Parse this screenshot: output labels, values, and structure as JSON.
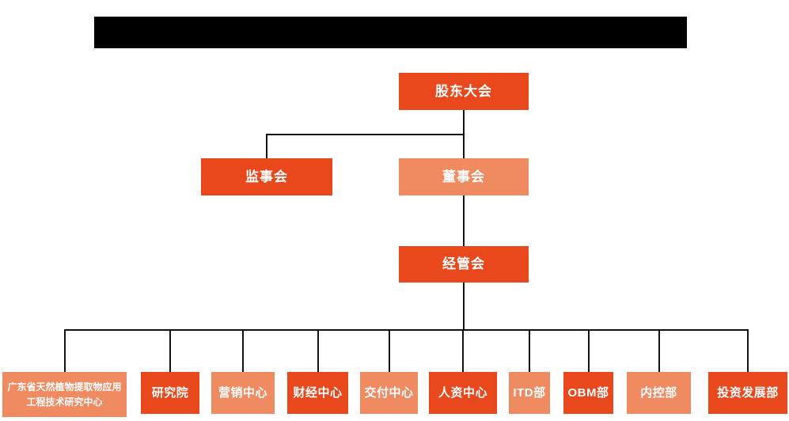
{
  "colors": {
    "primary_dark_orange": "#e8481c",
    "secondary_light_salmon": "#ef8a61",
    "connector_line": "#111111",
    "node_text": "#ffffff",
    "redaction_bar": "#000000",
    "background": "#ffffff"
  },
  "org_chart": {
    "nodes": {
      "shareholders": {
        "label": "股东大会",
        "tone": "dark"
      },
      "supervisory": {
        "label": "监事会",
        "tone": "dark"
      },
      "board": {
        "label": "董事会",
        "tone": "light"
      },
      "management": {
        "label": "经管会",
        "tone": "dark"
      }
    },
    "departments": [
      {
        "label": "广东省天然植物提取物应用工程技术研究中心",
        "tone": "light"
      },
      {
        "label": "研究院",
        "tone": "dark"
      },
      {
        "label": "营销中心",
        "tone": "light"
      },
      {
        "label": "财经中心",
        "tone": "dark"
      },
      {
        "label": "交付中心",
        "tone": "light"
      },
      {
        "label": "人资中心",
        "tone": "dark"
      },
      {
        "label": "ITD部",
        "tone": "light"
      },
      {
        "label": "OBM部",
        "tone": "dark"
      },
      {
        "label": "内控部",
        "tone": "light"
      },
      {
        "label": "投资发展部",
        "tone": "dark"
      }
    ]
  }
}
